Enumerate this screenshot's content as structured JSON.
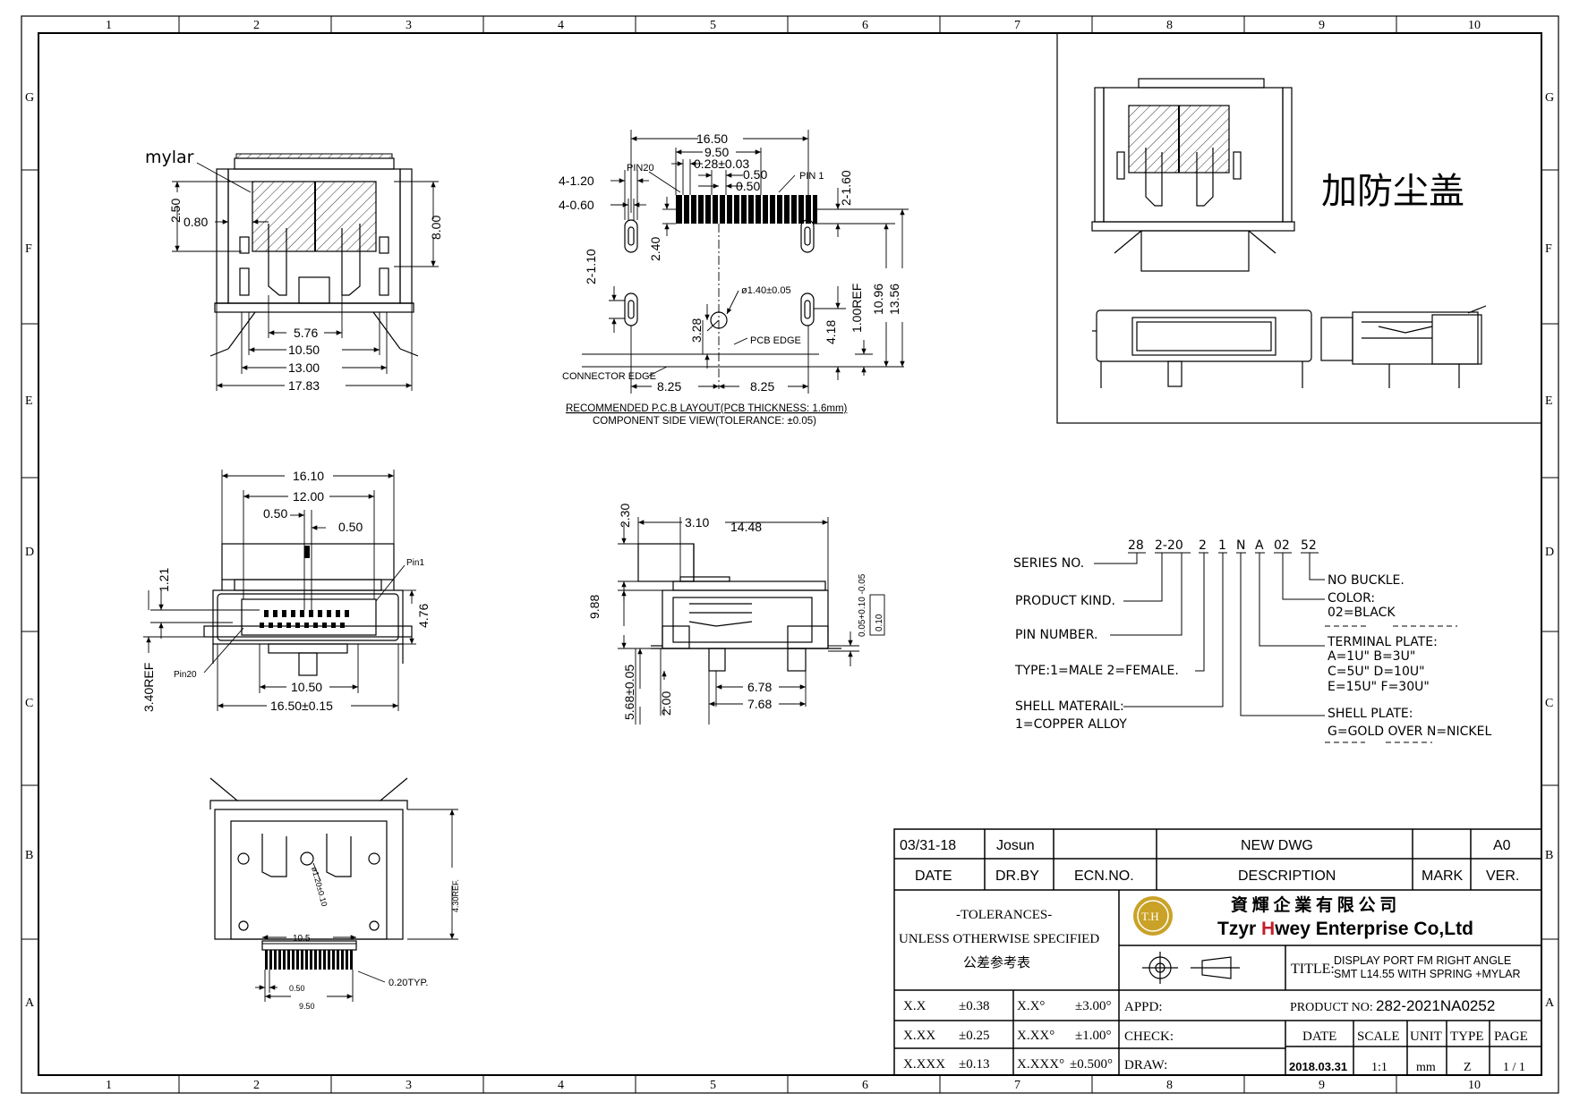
{
  "frame": {
    "col_labels": [
      "1",
      "2",
      "3",
      "4",
      "5",
      "6",
      "7",
      "8",
      "9",
      "10"
    ],
    "row_labels": [
      "G",
      "F",
      "E",
      "D",
      "C",
      "B",
      "A"
    ]
  },
  "view_top": {
    "mylar_label": "mylar",
    "dims": [
      "2.50",
      "0.80",
      "8.00",
      "5.76",
      "10.50",
      "13.00",
      "17.83"
    ]
  },
  "pcb_layout": {
    "dims": [
      "16.50",
      "9.50",
      "0.28±0.03",
      "0.50",
      "0.50",
      "4-1.20",
      "4-0.60",
      "2-1.60",
      "2-1.10",
      "2.40",
      "ø1.40±0.05",
      "3.28",
      "4.18",
      "1.00REF",
      "10.96",
      "13.56",
      "8.25",
      "8.25"
    ],
    "labels": {
      "pin20": "PIN20",
      "pin1": "PIN 1",
      "pcb_edge": "PCB EDGE",
      "connector_edge": "CONNECTOR EDGE"
    },
    "caption_1": "RECOMMENDED P.C.B LAYOUT(PCB THICKNESS: 1.6mm)",
    "caption_2": "COMPONENT SIDE VIEW(TOLERANCE: ±0.05)"
  },
  "view_front": {
    "dims": [
      "16.10",
      "12.00",
      "0.50",
      "0.50",
      "1.21",
      "4.76",
      "3.40REF",
      "10.50",
      "16.50±0.15"
    ],
    "labels": {
      "pin1": "Pin1",
      "pin20": "Pin20"
    }
  },
  "view_side": {
    "dims": [
      "2.30",
      "3.10",
      "14.48",
      "9.88",
      "5.68±0.05",
      "2.00",
      "6.78",
      "7.68",
      "0.05+0.10 -0.05",
      "0.10"
    ]
  },
  "view_bottom": {
    "dims": [
      "10.5",
      "0.50",
      "9.50",
      "0.20TYP.",
      "4.30REF.",
      "ø1.20±0.10"
    ]
  },
  "reference_box": {
    "note": "加防尘盖"
  },
  "part_code": {
    "segments": [
      "28",
      "2-20",
      "2",
      "1",
      "N",
      "A",
      "02",
      "52"
    ],
    "left_labels": [
      "SERIES NO.",
      "PRODUCT KIND.",
      "PIN NUMBER.",
      "TYPE:1=MALE 2=FEMALE.",
      "SHELL MATERAIL:",
      "1=COPPER ALLOY"
    ],
    "right_labels": [
      "NO BUCKLE.",
      "COLOR:",
      "02=BLACK",
      "TERMINAL PLATE:",
      "A=1U\"   B=3U\"",
      "C=5U\"   D=10U\"",
      "E=15U\"  F=30U\"",
      "SHELL PLATE:",
      "G=GOLD OVER N=NICKEL"
    ]
  },
  "title_block": {
    "rev_date": "03/31-18",
    "rev_by": "Josun",
    "rev_desc": "NEW DWG",
    "rev_ver": "A0",
    "hdr_date": "DATE",
    "hdr_drby": "DR.BY",
    "hdr_ecn": "ECN.NO.",
    "hdr_desc": "DESCRIPTION",
    "hdr_mark": "MARK",
    "hdr_ver": "VER.",
    "tol_title": "-TOLERANCES-",
    "tol_line": "UNLESS OTHERWISE SPECIFIED",
    "tol_cn": "公差参考表",
    "company_cn": "資 輝 企 業 有 限 公 司",
    "company_en_1": "Tzyr ",
    "company_en_2": "H",
    "company_en_3": "wey Enterprise Co,Ltd",
    "logo_text": "T.H",
    "title_label": "TITLE:",
    "title_1": "DISPLAY PORT  FM RIGHT ANGLE",
    "title_2": "SMT L14.55 WITH SPRING +MYLAR",
    "product_no_label": "PRODUCT NO:",
    "product_no": "282-2021NA0252",
    "tol_rows": [
      [
        "X.X",
        "±0.38",
        "X.X°",
        "±3.00°"
      ],
      [
        "X.XX",
        "±0.25",
        "X.XX°",
        "±1.00°"
      ],
      [
        "X.XXX",
        "±0.13",
        "X.XXX°",
        "±0.500°"
      ]
    ],
    "appd": "APPD:",
    "check": "CHECK:",
    "draw": "DRAW:",
    "hdr2_date": "DATE",
    "hdr2_scale": "SCALE",
    "hdr2_unit": "UNIT",
    "hdr2_type": "TYPE",
    "hdr2_page": "PAGE",
    "val_date": "2018.03.31",
    "val_scale": "1:1",
    "val_unit": "mm",
    "val_type": "Z",
    "val_page": "1 / 1"
  },
  "colors": {
    "logo_gold": "#c9a227",
    "logo_red": "#c0202a"
  }
}
